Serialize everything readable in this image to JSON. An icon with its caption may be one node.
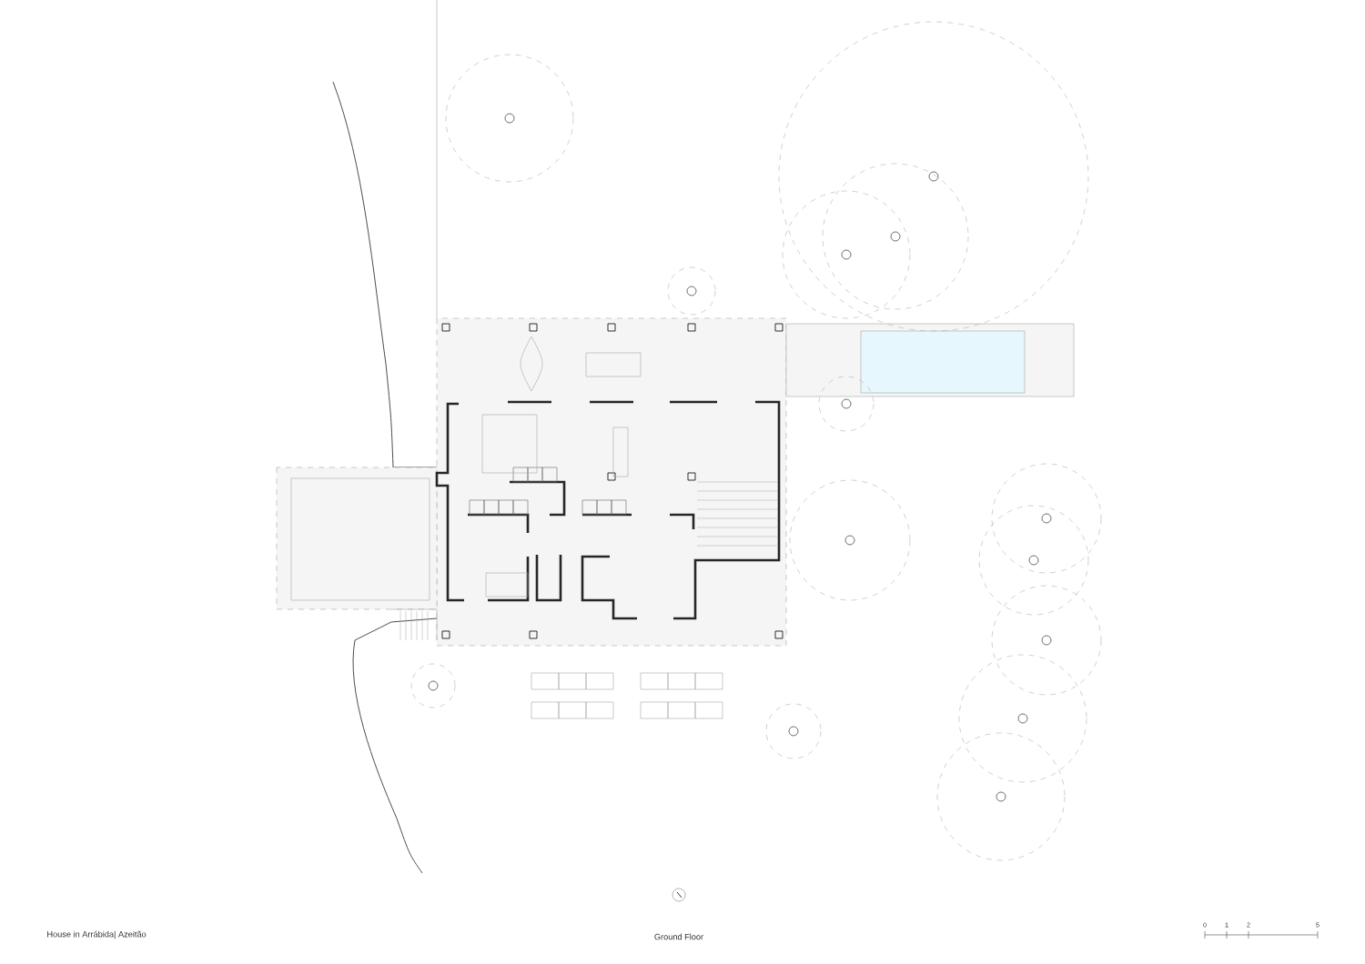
{
  "diagram": {
    "labels": [
      "House in Arrábida| Azeitão",
      "Ground Floor",
      "0",
      "1",
      "2",
      "5"
    ]
  }
}
